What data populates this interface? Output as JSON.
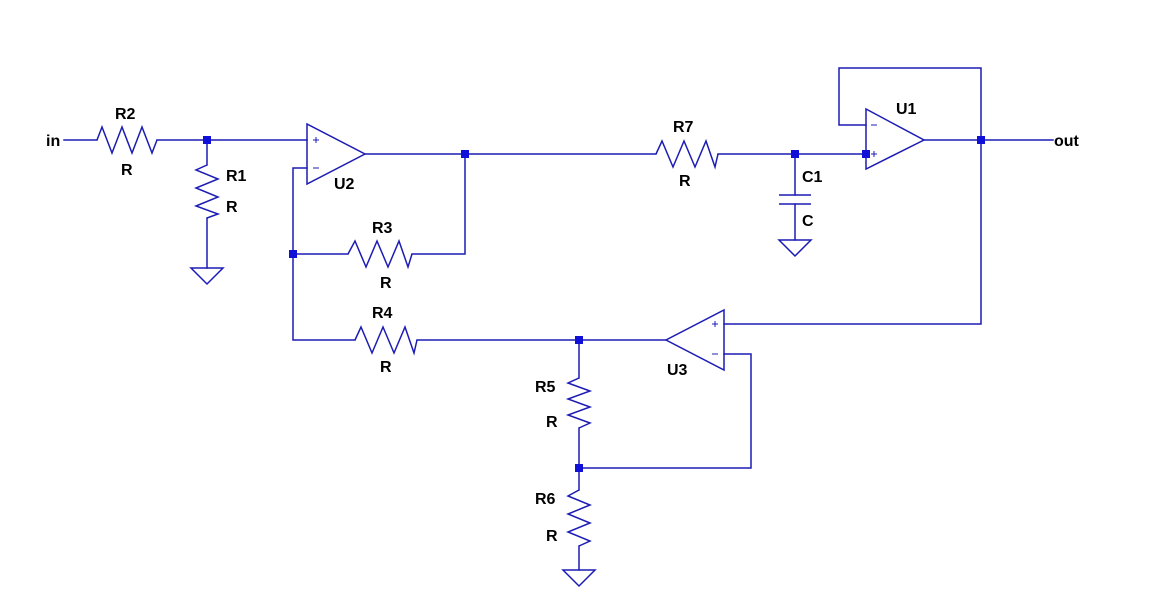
{
  "nets": {
    "input": "in",
    "output": "out"
  },
  "resistors": [
    {
      "ref": "R2",
      "value": "R"
    },
    {
      "ref": "R1",
      "value": "R"
    },
    {
      "ref": "R3",
      "value": "R"
    },
    {
      "ref": "R4",
      "value": "R"
    },
    {
      "ref": "R7",
      "value": "R"
    },
    {
      "ref": "R5",
      "value": "R"
    },
    {
      "ref": "R6",
      "value": "R"
    }
  ],
  "capacitors": [
    {
      "ref": "C1",
      "value": "C"
    }
  ],
  "opamps": [
    {
      "ref": "U1"
    },
    {
      "ref": "U2"
    },
    {
      "ref": "U3"
    }
  ],
  "colors": {
    "wire": "#1c1cb4",
    "junction": "#1010d8",
    "text": "#000000",
    "background": "#ffffff"
  },
  "icons": {
    "ground": "ground-symbol-icon",
    "opamp": "opamp-triangle-icon",
    "resistor": "zigzag-resistor-icon",
    "capacitor": "capacitor-plates-icon"
  }
}
